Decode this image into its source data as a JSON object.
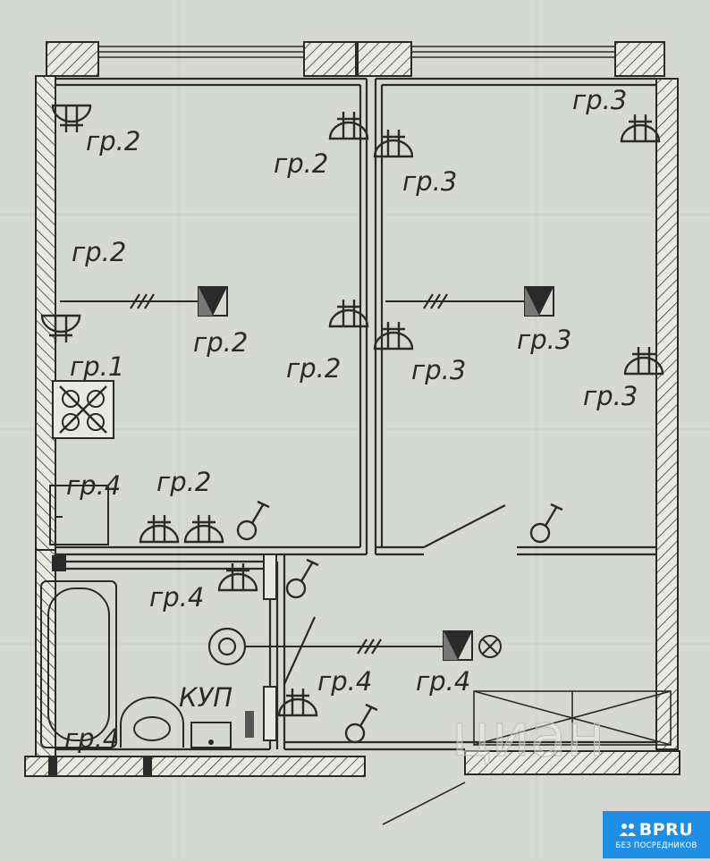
{
  "plan": {
    "group_labels": [
      "гр.1",
      "гр.2",
      "гр.3",
      "гр.4"
    ],
    "electrical_panel_label": "КУП",
    "watermark_text": "циан",
    "colors": {
      "background": "#d6d8d3",
      "line": "#2a2a2a",
      "hatch": "#3a3a3a",
      "logo_bg": "#1f8fe6"
    },
    "icons": [
      "wall-lamp-icon",
      "ceiling-lamp-icon",
      "switch-icon",
      "socket-icon",
      "stove-icon",
      "exhaust-fan-icon",
      "ceiling-light-x-icon"
    ]
  },
  "logo": {
    "brand": "BPRU",
    "tagline": "БЕЗ ПОСРЕДНИКОВ"
  }
}
